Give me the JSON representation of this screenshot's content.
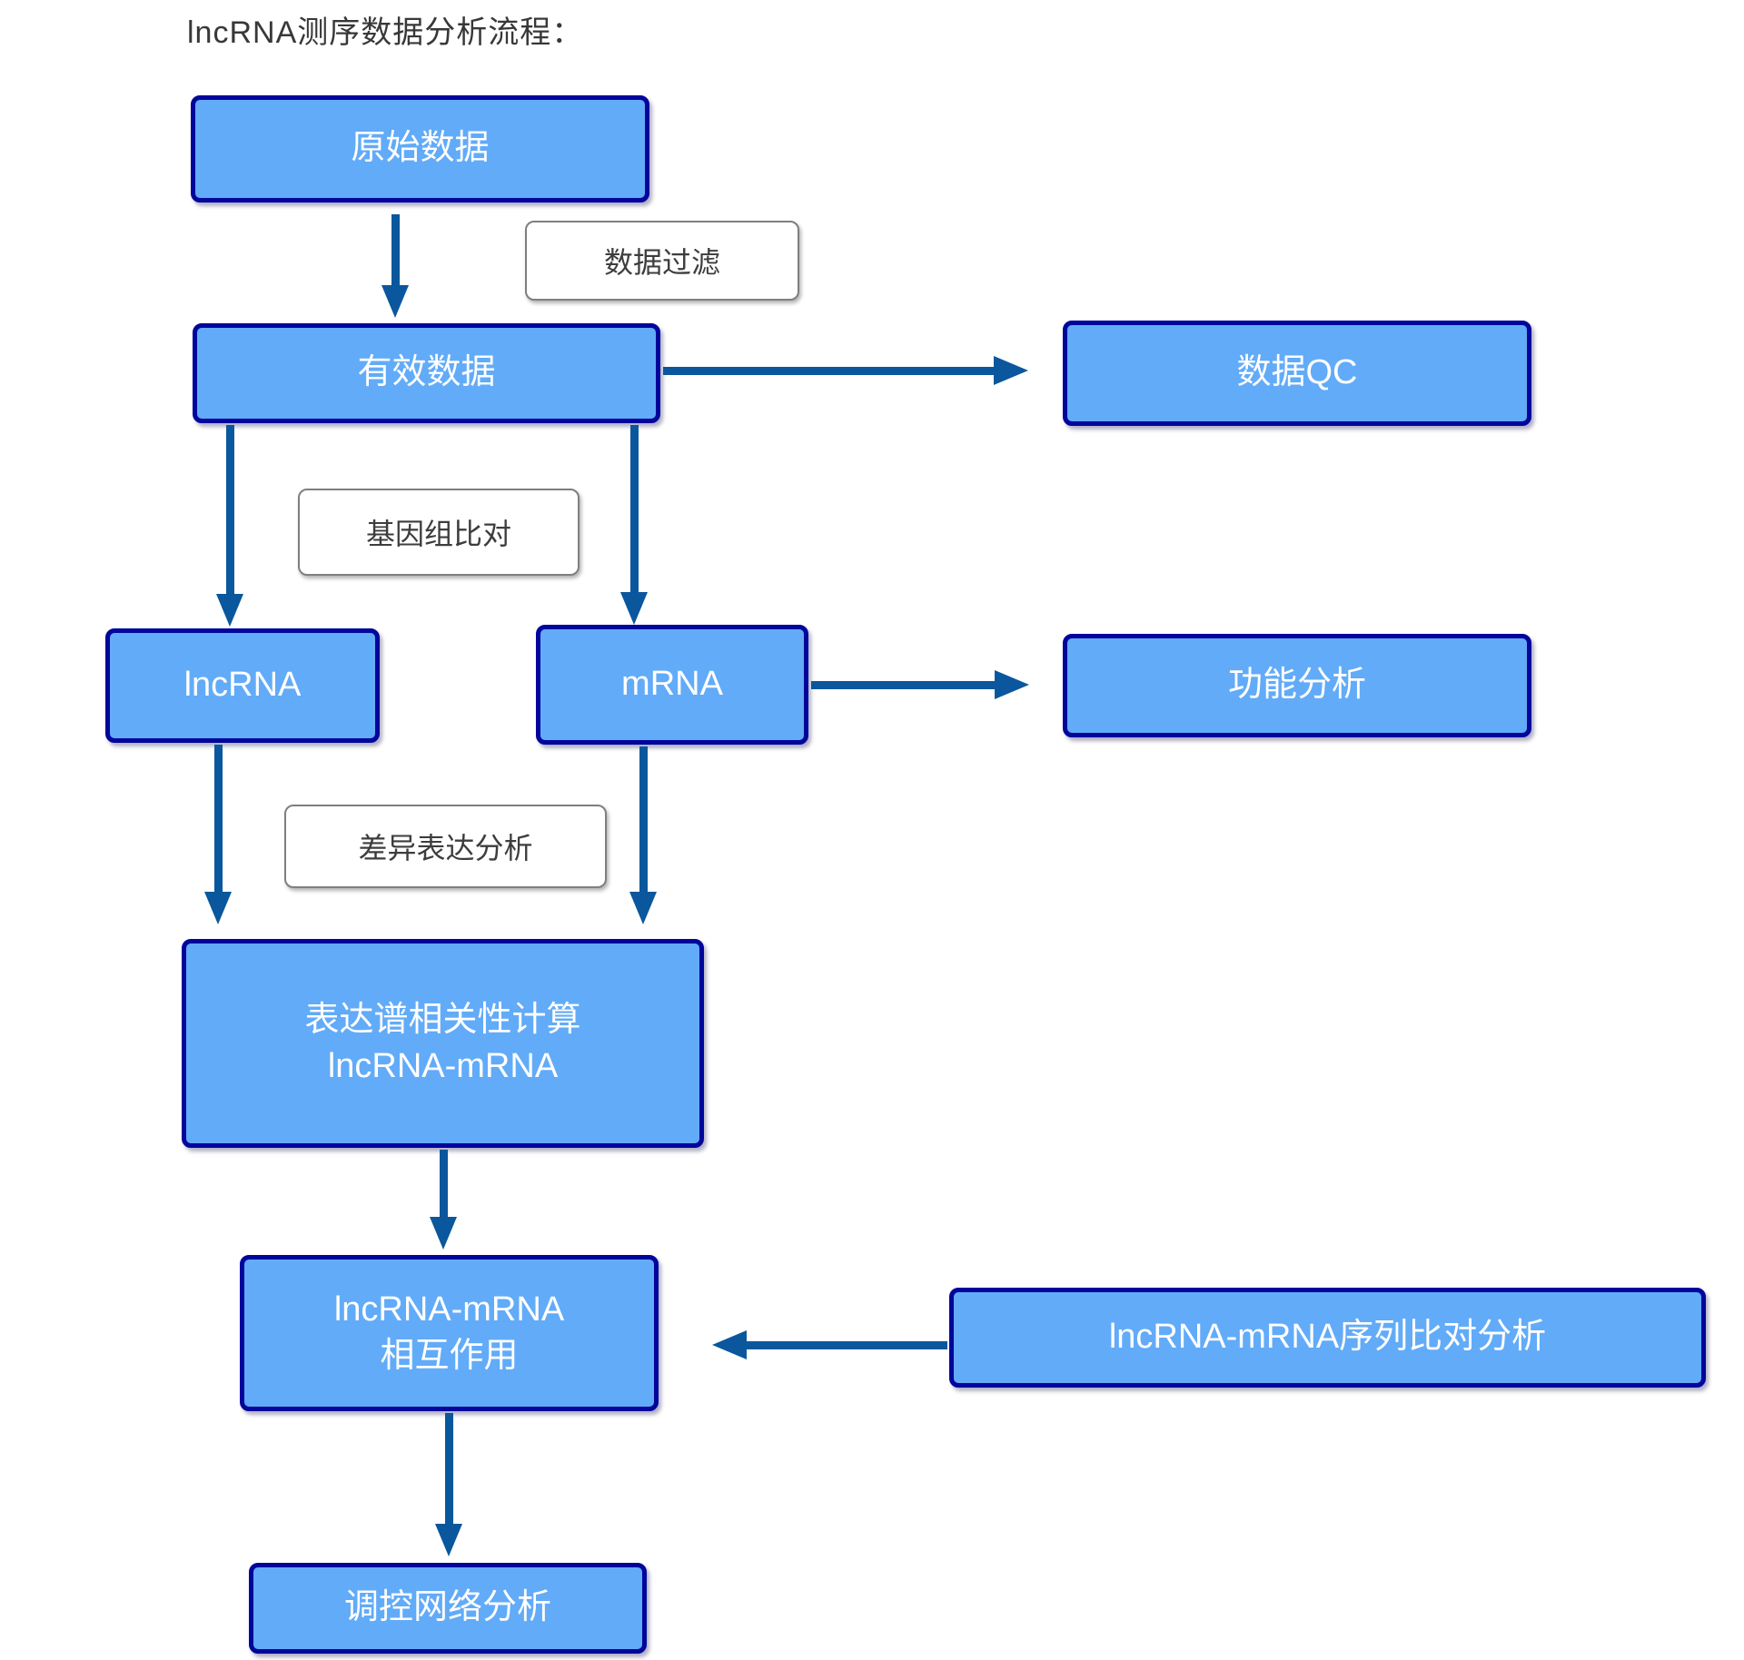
{
  "title": "lncRNA测序数据分析流程：",
  "nodes": {
    "raw_data": {
      "label": "原始数据"
    },
    "valid_data": {
      "label": "有效数据"
    },
    "data_qc": {
      "label": "数据QC"
    },
    "lncrna": {
      "label": "lncRNA"
    },
    "mrna": {
      "label": "mRNA"
    },
    "functional_analysis": {
      "label": "功能分析"
    },
    "expression_correlation": {
      "label": "表达谱相关性计算\nlncRNA-mRNA"
    },
    "interaction": {
      "label": "lncRNA-mRNA\n相互作用"
    },
    "sequence_alignment": {
      "label": "lncRNA-mRNA序列比对分析"
    },
    "regulatory_network": {
      "label": "调控网络分析"
    }
  },
  "edge_labels": {
    "data_filtering": {
      "label": "数据过滤"
    },
    "genome_alignment": {
      "label": "基因组比对"
    },
    "diff_expression": {
      "label": "差异表达分析"
    }
  },
  "colors": {
    "node_fill": "#62abf8",
    "node_border": "#00069b",
    "node_text": "#ffffff",
    "arrow": "#0a579d",
    "label_border": "#7f7f7f",
    "label_text": "#3d3d3d",
    "title_text": "#383838",
    "background": "#ffffff"
  }
}
